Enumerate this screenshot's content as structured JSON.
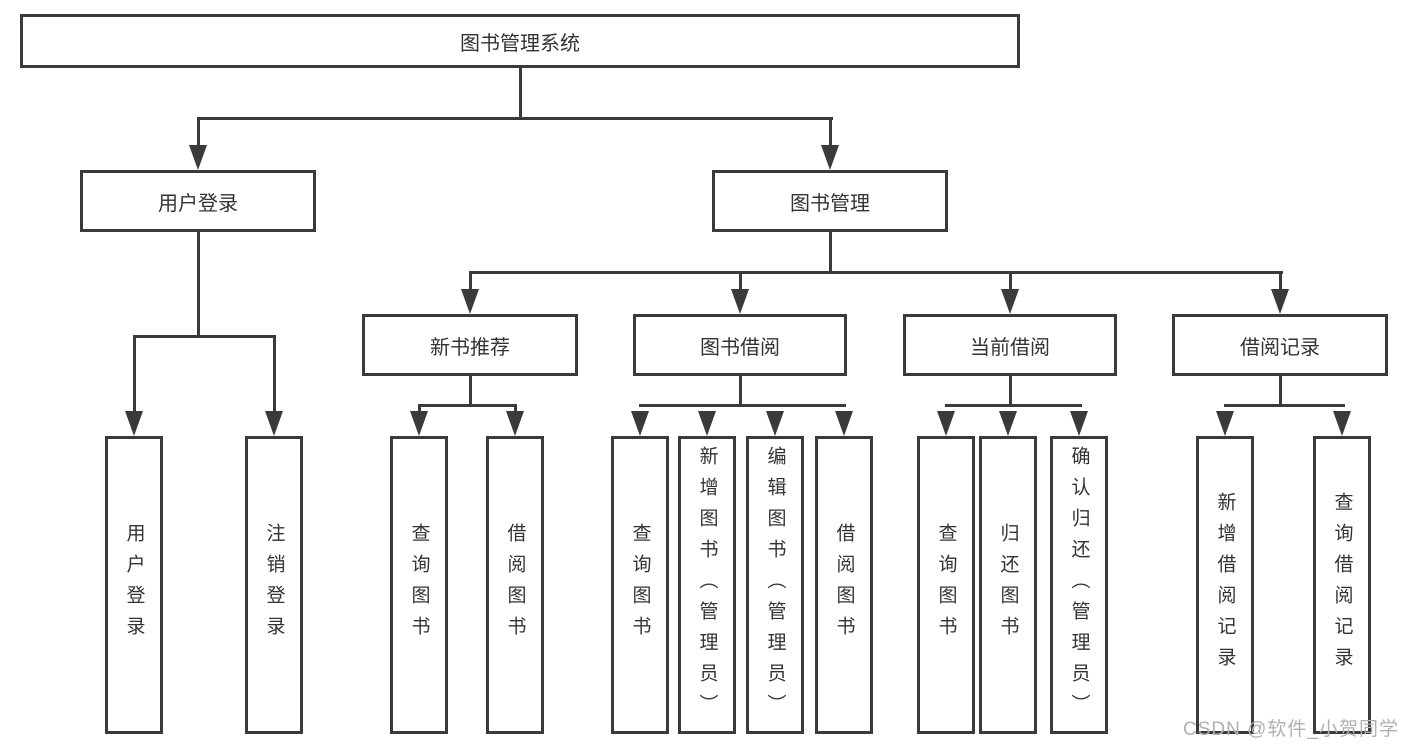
{
  "diagram": {
    "title": "图书管理系统",
    "branches": [
      {
        "label": "用户登录",
        "children": [
          {
            "label": "用户登录"
          },
          {
            "label": "注销登录"
          }
        ]
      },
      {
        "label": "图书管理",
        "children": [
          {
            "label": "新书推荐",
            "children": [
              {
                "label": "查询图书"
              },
              {
                "label": "借阅图书"
              }
            ]
          },
          {
            "label": "图书借阅",
            "children": [
              {
                "label": "查询图书"
              },
              {
                "label": "新增图书（管理员）"
              },
              {
                "label": "编辑图书（管理员）"
              },
              {
                "label": "借阅图书"
              }
            ]
          },
          {
            "label": "当前借阅",
            "children": [
              {
                "label": "查询图书"
              },
              {
                "label": "归还图书"
              },
              {
                "label": "确认归还（管理员）"
              }
            ]
          },
          {
            "label": "借阅记录",
            "children": [
              {
                "label": "新增借阅记录"
              },
              {
                "label": "查询借阅记录"
              }
            ]
          }
        ]
      }
    ],
    "colors": {
      "line": "#3a3a3a",
      "text": "#333333",
      "background": "#ffffff",
      "watermark": "#b0b0b0"
    }
  },
  "watermark": "CSDN @软件_小贺同学"
}
